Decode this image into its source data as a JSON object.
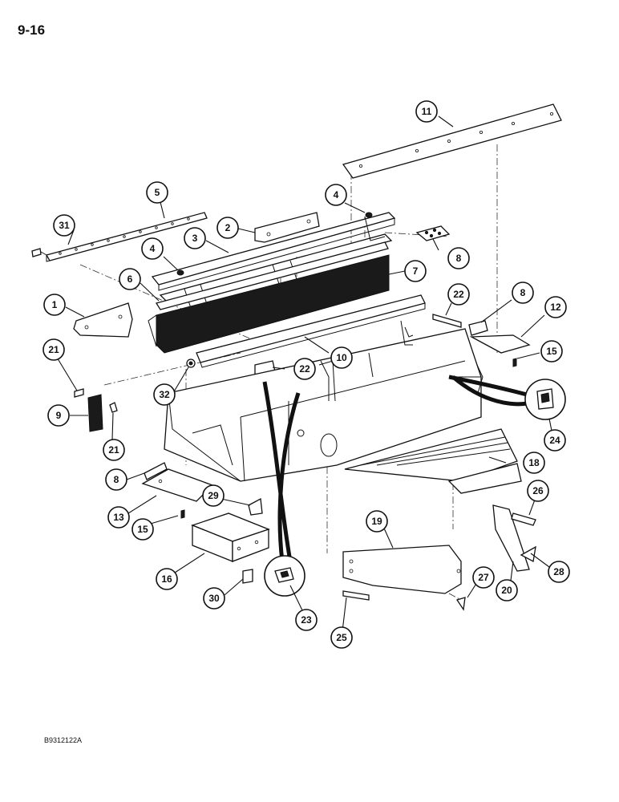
{
  "page": {
    "page_number": "9-16",
    "figure_code": "B9312122A"
  },
  "callouts": [
    {
      "id": "c1",
      "label": "1"
    },
    {
      "id": "c2",
      "label": "2"
    },
    {
      "id": "c3",
      "label": "3"
    },
    {
      "id": "c4a",
      "label": "4"
    },
    {
      "id": "c4b",
      "label": "4"
    },
    {
      "id": "c5",
      "label": "5"
    },
    {
      "id": "c6",
      "label": "6"
    },
    {
      "id": "c7",
      "label": "7"
    },
    {
      "id": "c8a",
      "label": "8"
    },
    {
      "id": "c8b",
      "label": "8"
    },
    {
      "id": "c8c",
      "label": "8"
    },
    {
      "id": "c9",
      "label": "9"
    },
    {
      "id": "c10",
      "label": "10"
    },
    {
      "id": "c11",
      "label": "11"
    },
    {
      "id": "c12",
      "label": "12"
    },
    {
      "id": "c13",
      "label": "13"
    },
    {
      "id": "c15a",
      "label": "15"
    },
    {
      "id": "c15b",
      "label": "15"
    },
    {
      "id": "c16",
      "label": "16"
    },
    {
      "id": "c18",
      "label": "18"
    },
    {
      "id": "c19",
      "label": "19"
    },
    {
      "id": "c20",
      "label": "20"
    },
    {
      "id": "c21a",
      "label": "21"
    },
    {
      "id": "c21b",
      "label": "21"
    },
    {
      "id": "c22a",
      "label": "22"
    },
    {
      "id": "c22b",
      "label": "22"
    },
    {
      "id": "c23",
      "label": "23"
    },
    {
      "id": "c24",
      "label": "24"
    },
    {
      "id": "c25",
      "label": "25"
    },
    {
      "id": "c26",
      "label": "26"
    },
    {
      "id": "c27",
      "label": "27"
    },
    {
      "id": "c28",
      "label": "28"
    },
    {
      "id": "c29",
      "label": "29"
    },
    {
      "id": "c30",
      "label": "30"
    },
    {
      "id": "c31",
      "label": "31"
    },
    {
      "id": "c32",
      "label": "32"
    }
  ]
}
